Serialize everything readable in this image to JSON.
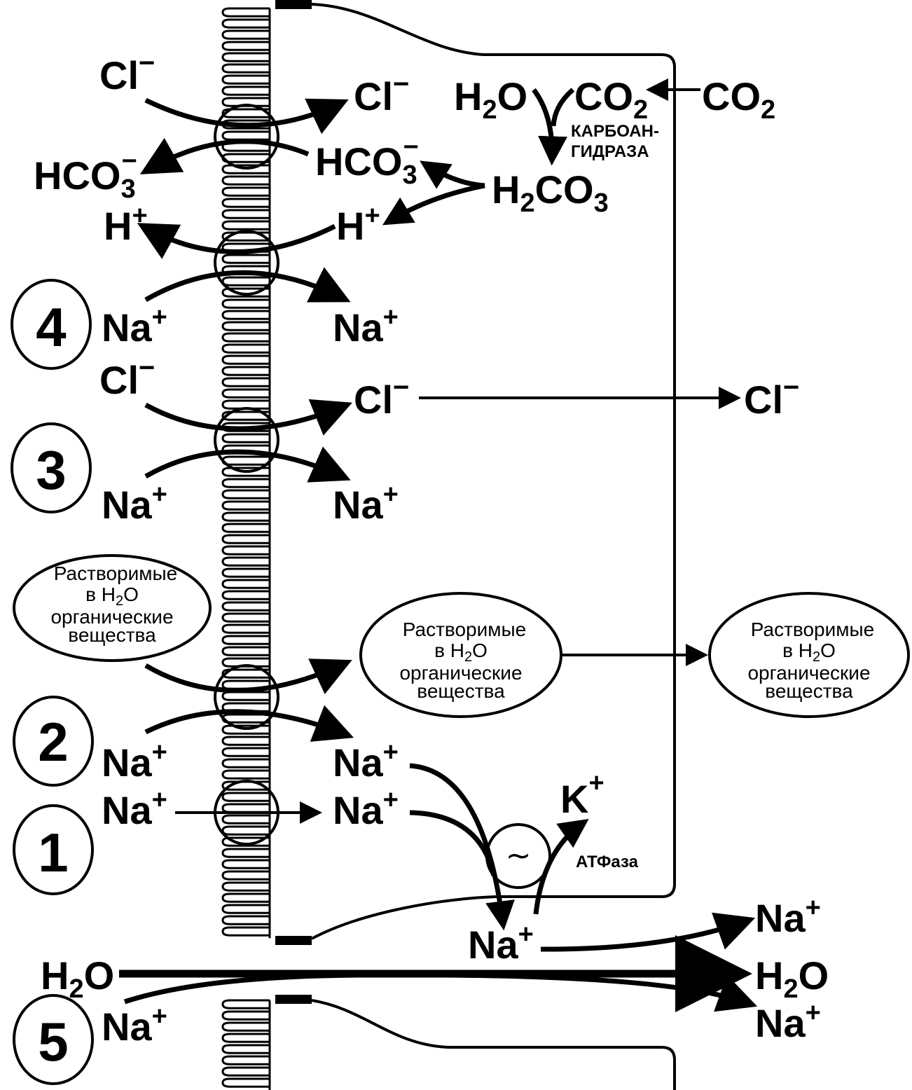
{
  "ions": {
    "cl": "Cl",
    "cl_sign": "−",
    "hco": "HCO",
    "sub3": "3",
    "minus": "−",
    "h": "H",
    "plus": "+",
    "na": "Na",
    "k": "K",
    "h2o_h": "H",
    "h2o_o": "O",
    "sub2": "2",
    "co": "CO",
    "h2co3_h": "H",
    "h2co3_co": "CO"
  },
  "labels": {
    "carbo_line1": "КАРБОАН-",
    "carbo_line2": "ГИДРАЗА",
    "atpase": "АТФаза",
    "tilde": "~"
  },
  "organic": {
    "line1": "Растворимые",
    "line2_prefix": "в H",
    "line2_sub": "2",
    "line2_suffix": "O",
    "line3": "органические",
    "line4": "вещества"
  },
  "mechanisms": [
    "1",
    "2",
    "3",
    "4",
    "5"
  ]
}
